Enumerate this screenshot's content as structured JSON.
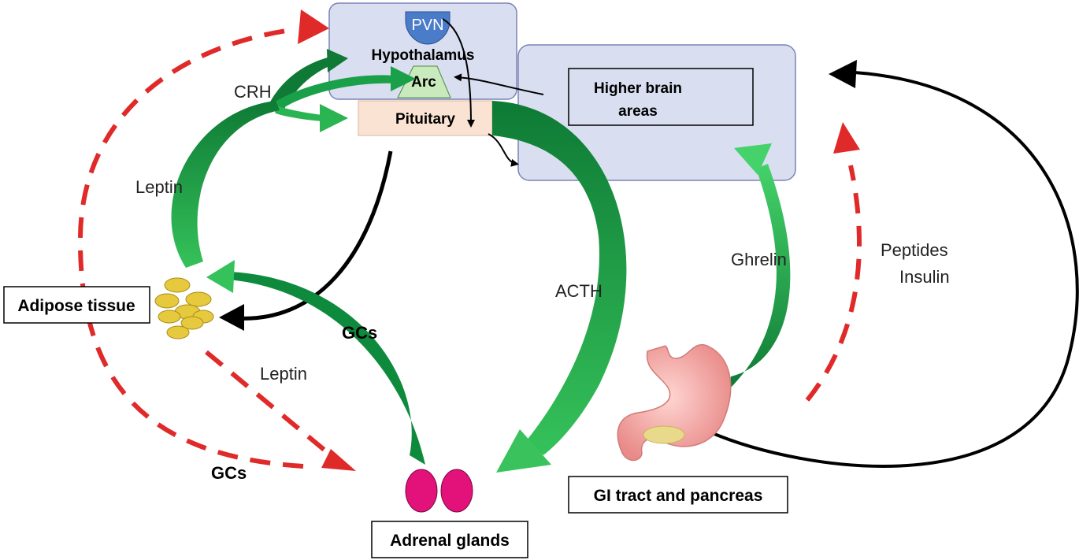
{
  "nodes": {
    "pvn": "PVN",
    "hypothalamus": "Hypothalamus",
    "arc": "Arc",
    "pituitary": "Pituitary",
    "higher_brain_line1": "Higher brain",
    "higher_brain_line2": "areas",
    "adipose": "Adipose tissue",
    "adrenal": "Adrenal glands",
    "gi": "GI tract and pancreas"
  },
  "signals": {
    "crh": "CRH",
    "leptin_upper": "Leptin",
    "leptin_lower": "Leptin",
    "gcs_upper": "GCs",
    "gcs_lower": "GCs",
    "acth": "ACTH",
    "ghrelin": "Ghrelin",
    "peptides": "Peptides",
    "insulin": "Insulin"
  },
  "colors": {
    "green_dark": "#0e8a3c",
    "green_light": "#39c05a",
    "red_dashed": "#e02a2a",
    "black_arrow": "#000000",
    "box_fill": "#d9def0",
    "box_stroke": "#7b83b5",
    "pvn_fill": "#4a7cc9",
    "arc_fill": "#c9eabc",
    "pituitary_fill": "#fbe3d3",
    "adipose_fill": "#e7c93d",
    "adrenal_fill": "#e2127a",
    "stomach_fill": "#f4a9a6"
  },
  "icons": [
    "fat-cell-cluster-icon",
    "adrenal-gland-icon",
    "stomach-icon"
  ]
}
